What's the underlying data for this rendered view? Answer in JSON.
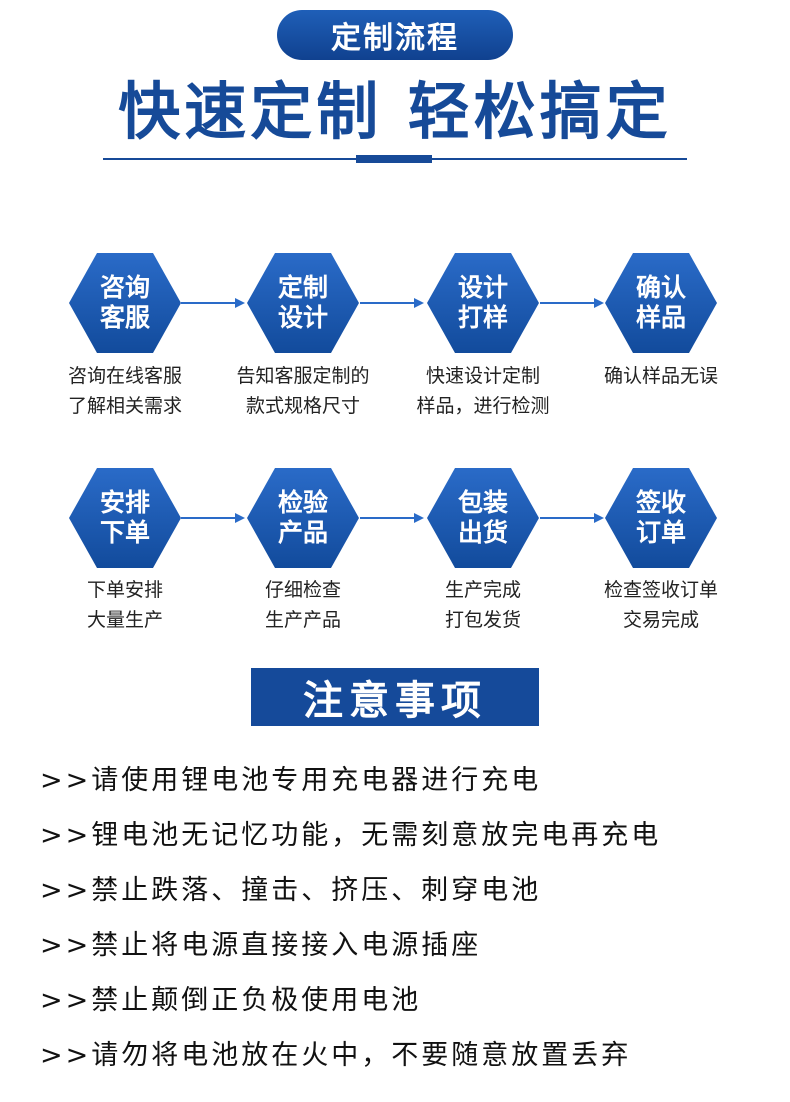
{
  "header": {
    "badge": "定制流程",
    "title": "快速定制 轻松搞定"
  },
  "process": {
    "row1": [
      {
        "title": "咨询客服",
        "desc1": "咨询在线客服",
        "desc2": "了解相关需求"
      },
      {
        "title": "定制设计",
        "desc1": "告知客服定制的",
        "desc2": "款式规格尺寸"
      },
      {
        "title": "设计打样",
        "desc1": "快速设计定制",
        "desc2": "样品，进行检测"
      },
      {
        "title": "确认样品",
        "desc1": "确认样品无误",
        "desc2": ""
      }
    ],
    "row2": [
      {
        "title": "安排下单",
        "desc1": "下单安排",
        "desc2": "大量生产"
      },
      {
        "title": "检验产品",
        "desc1": "仔细检查",
        "desc2": "生产产品"
      },
      {
        "title": "包装出货",
        "desc1": "生产完成",
        "desc2": "打包发货"
      },
      {
        "title": "签收订单",
        "desc1": "检查签收订单",
        "desc2": "交易完成"
      }
    ]
  },
  "notice": {
    "title": "注意事项",
    "items": [
      ">>请使用锂电池专用充电器进行充电",
      ">>锂电池无记忆功能，无需刻意放完电再充电",
      ">>禁止跌落、撞击、挤压、刺穿电池",
      ">>禁止将电源直接接入电源插座",
      ">>禁止颠倒正负极使用电池",
      ">>请勿将电池放在火中，不要随意放置丢弃"
    ]
  },
  "colors": {
    "brand": "#164a98",
    "hex_top": "#2a6bc8",
    "hex_bottom": "#124b9c",
    "arrow": "#2a6bc8"
  }
}
